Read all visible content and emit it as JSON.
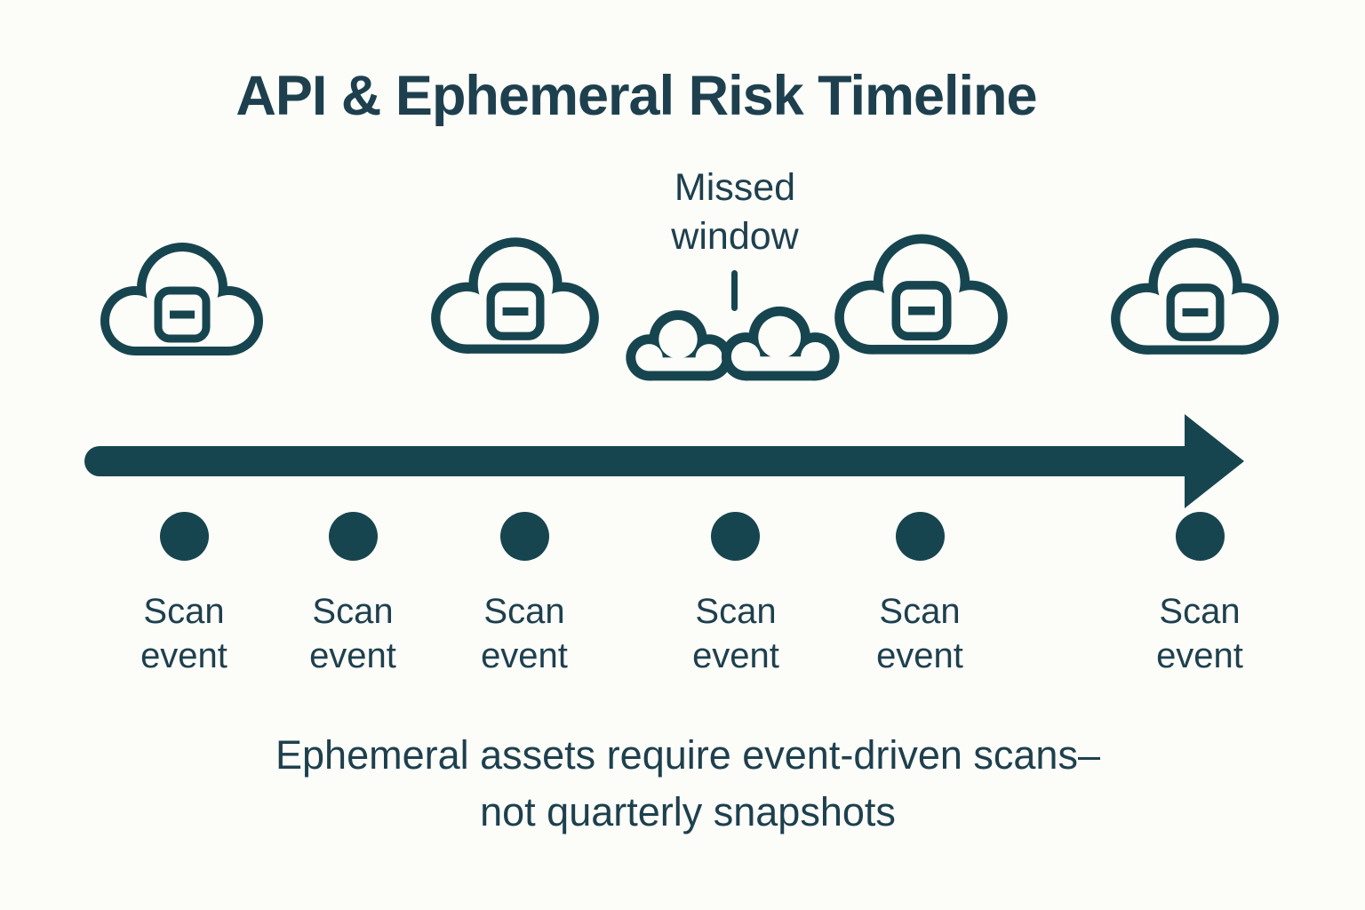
{
  "title": "API & Ephemeral Risk Timeline",
  "annotation": {
    "label": "Missed window"
  },
  "timeline": {
    "events": [
      {
        "label": "Scan event",
        "marker": "cloud-instance"
      },
      {
        "label": "Scan event",
        "marker": "none"
      },
      {
        "label": "Scan event",
        "marker": "cloud-instance"
      },
      {
        "label": "Scan event",
        "marker": "missed-ephemeral-clouds"
      },
      {
        "label": "Scan event",
        "marker": "cloud-instance"
      },
      {
        "label": "Scan event",
        "marker": "cloud-instance"
      }
    ]
  },
  "caption": "Ephemeral assets require event-driven scans–\nnot quarterly snapshots",
  "icons": {
    "cloud_instance": "cloud outline containing rounded square with minus dash",
    "ephemeral_clouds": "two small empty cloud outlines",
    "timeline_arrow": "thick right-pointing arrow",
    "scan_dot": "filled circle"
  },
  "colors": {
    "background": "#FCFCF8",
    "ink": "#17454F",
    "text": "#1E404E"
  }
}
